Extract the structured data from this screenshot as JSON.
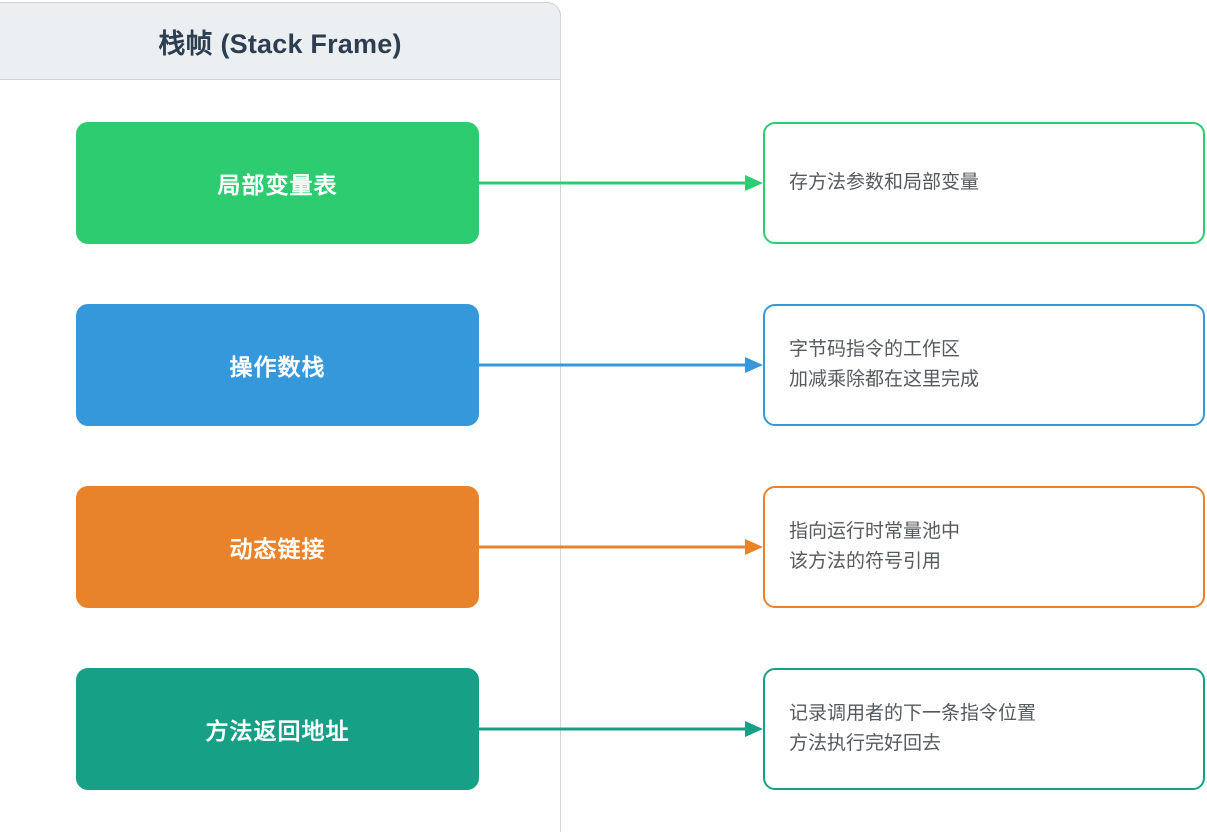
{
  "container": {
    "title": "栈帧 (Stack Frame)",
    "header_bg": "#eceff1",
    "border_color": "#cfd4d8",
    "title_color": "#2c3e50"
  },
  "rows": [
    {
      "name": "local-variable-table",
      "label": "局部变量表",
      "color": "#2ecc71",
      "desc_lines": [
        "存方法参数和局部变量"
      ]
    },
    {
      "name": "operand-stack",
      "label": "操作数栈",
      "color": "#3498db",
      "desc_lines": [
        "字节码指令的工作区",
        "加减乘除都在这里完成"
      ]
    },
    {
      "name": "dynamic-linking",
      "label": "动态链接",
      "color": "#e8822b",
      "desc_lines": [
        "指向运行时常量池中",
        "该方法的符号引用"
      ]
    },
    {
      "name": "method-return-address",
      "label": "方法返回地址",
      "color": "#16a085",
      "desc_lines": [
        "记录调用者的下一条指令位置",
        "方法执行完好回去"
      ]
    }
  ]
}
